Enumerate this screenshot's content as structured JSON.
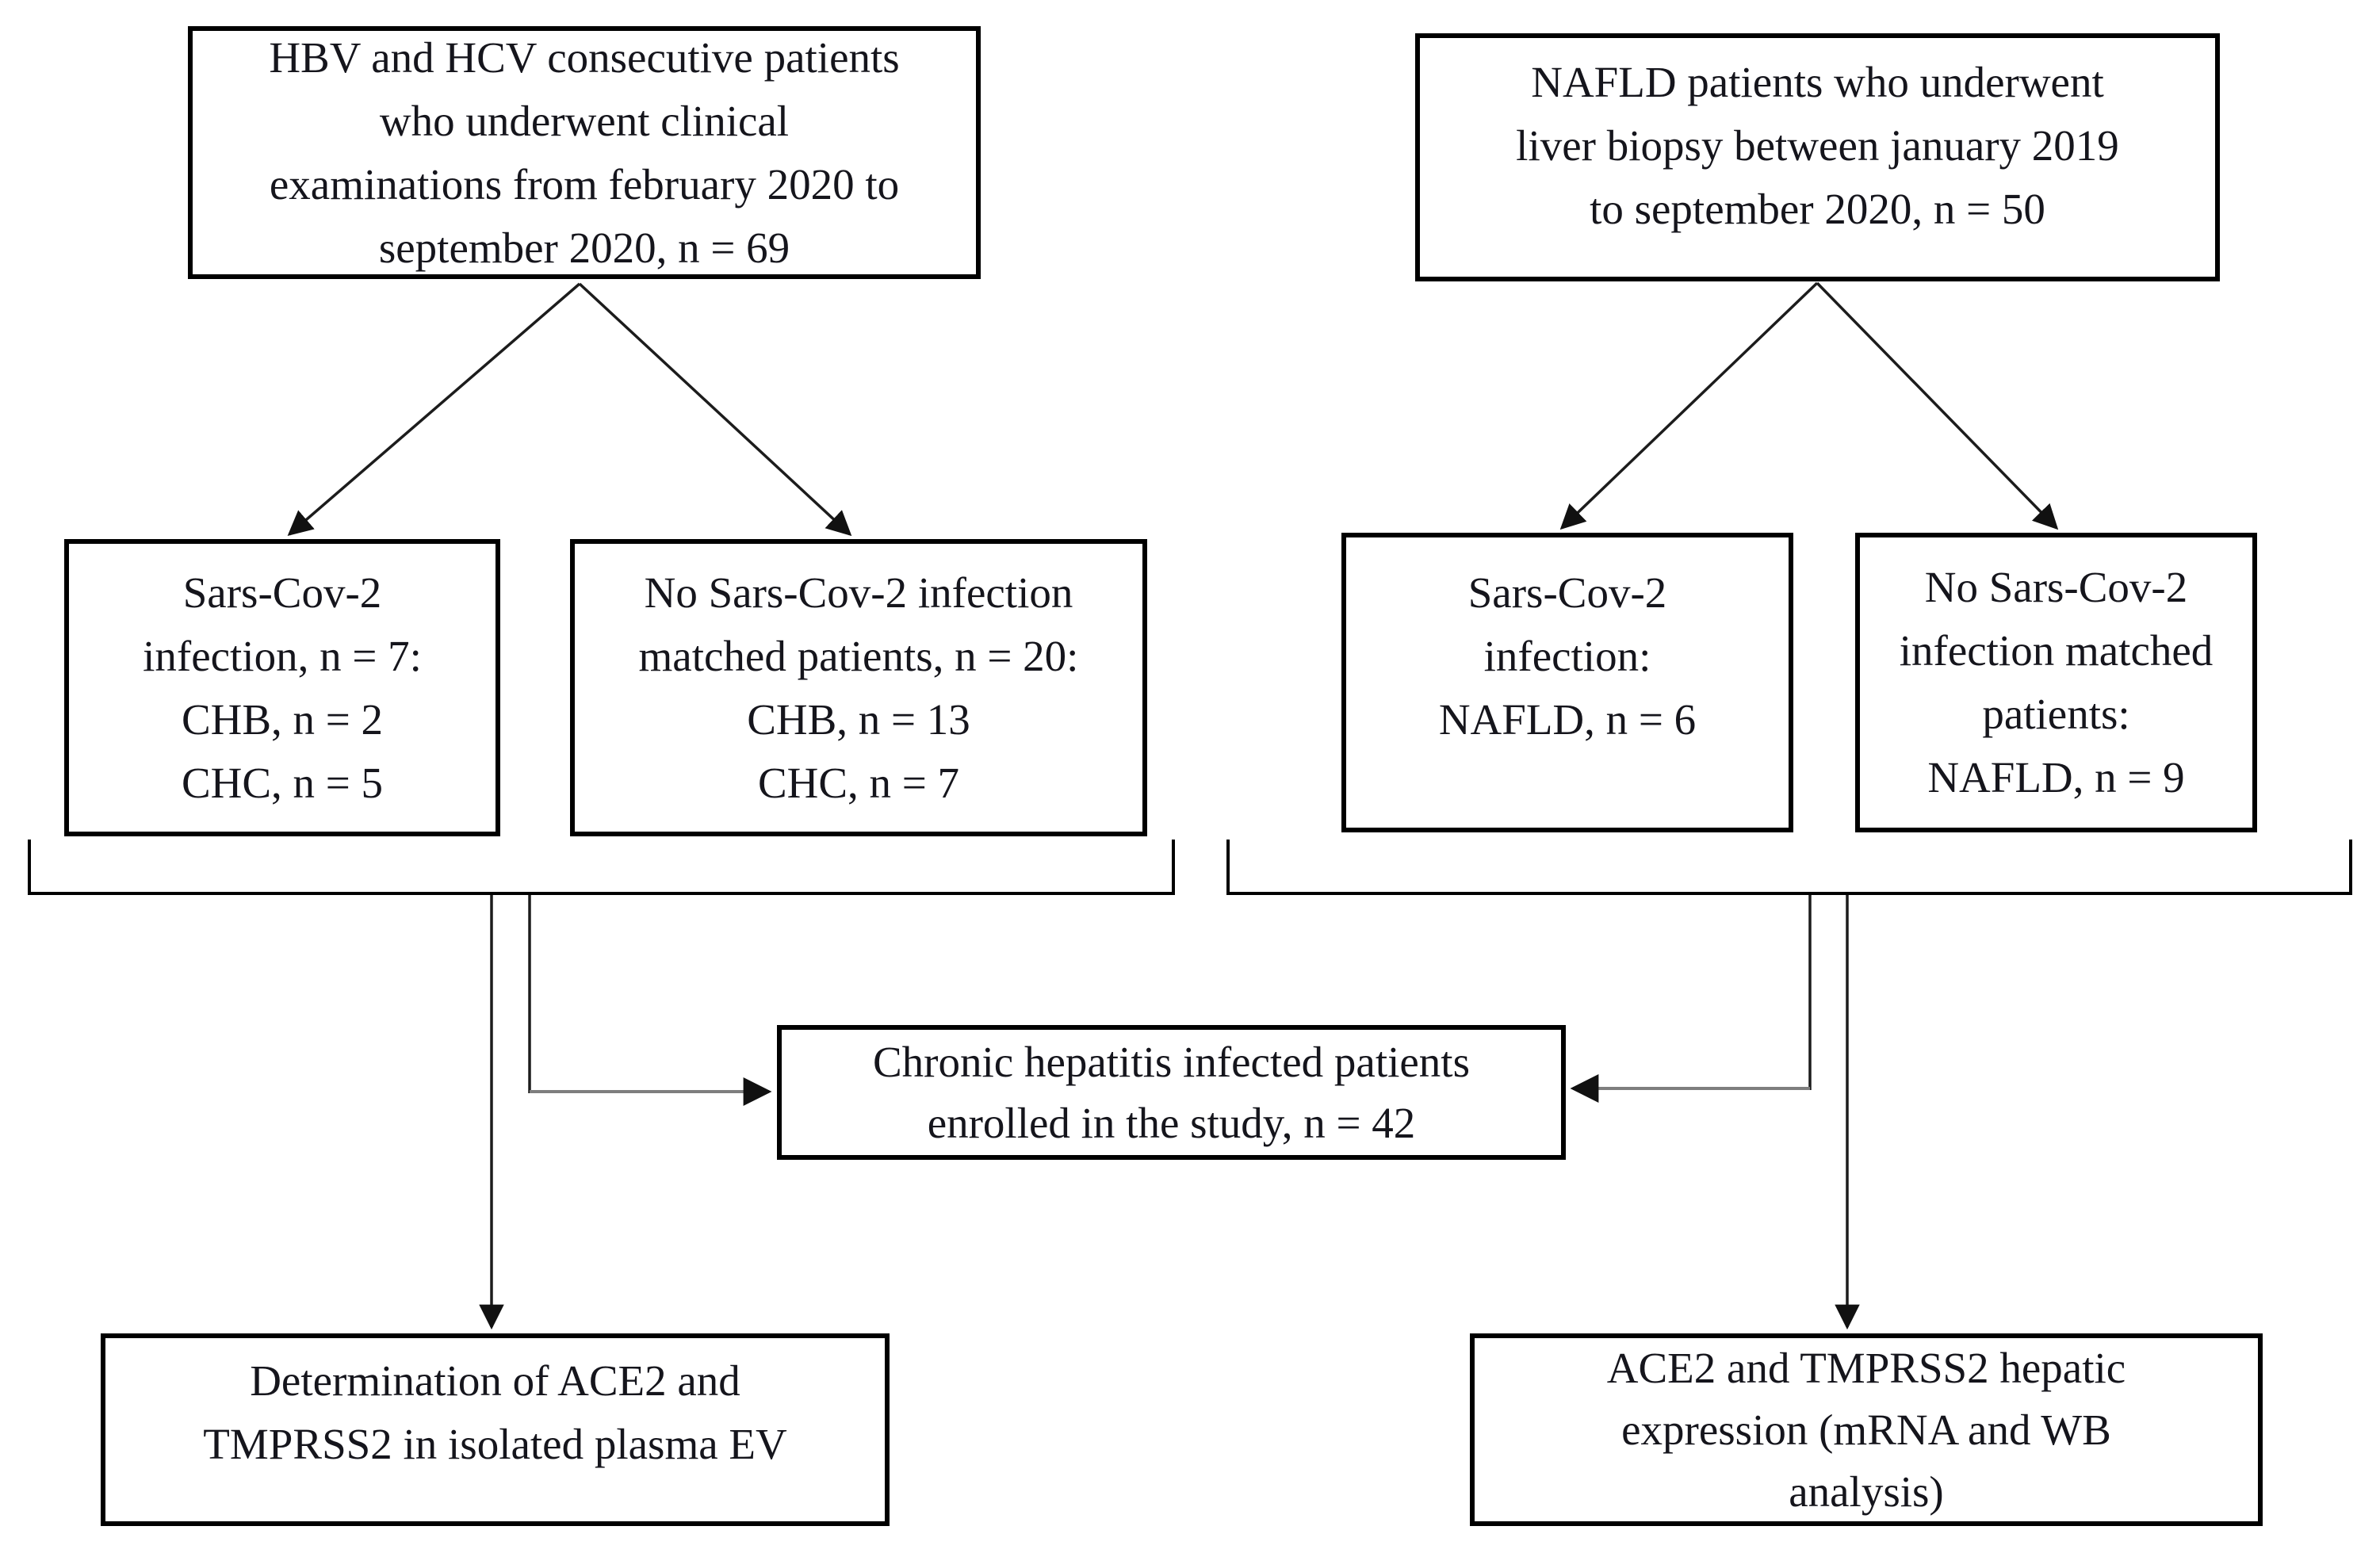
{
  "diagram": {
    "type": "flowchart",
    "colors": {
      "background": "#ffffff",
      "box_border": "#000000",
      "text": "#15151c",
      "connector": "#1c1c1c",
      "bracket": "#000000",
      "arrow_shaft_gray": "#7e7e7e",
      "arrowhead": "#111111"
    },
    "boxes": {
      "hbv_source": {
        "text": "HBV and HCV consecutive patients\nwho underwent clinical\nexaminations from february 2020 to\nseptember 2020, n = 69"
      },
      "nafld_source": {
        "text": "NAFLD patients who underwent\nliver biopsy between january 2019\nto september 2020, n = 50"
      },
      "hbv_infected": {
        "text": "Sars-Cov-2\ninfection, n = 7:\nCHB, n = 2\nCHC, n = 5"
      },
      "hbv_matched": {
        "text": "No Sars-Cov-2 infection\nmatched patients, n = 20:\nCHB, n = 13\nCHC, n = 7"
      },
      "nafld_infected": {
        "text": "Sars-Cov-2\ninfection:\nNAFLD, n = 6"
      },
      "nafld_matched": {
        "text": "No Sars-Cov-2\ninfection matched\npatients:\nNAFLD, n = 9"
      },
      "enrolled": {
        "text": "Chronic hepatitis infected patients\nenrolled in the study, n = 42"
      },
      "plasma_ev": {
        "text": "Determination of ACE2 and\nTMPRSS2 in isolated plasma EV"
      },
      "hepatic_expression": {
        "text": "ACE2 and TMPRSS2 hepatic\nexpression (mRNA and WB\nanalysis)"
      }
    }
  }
}
